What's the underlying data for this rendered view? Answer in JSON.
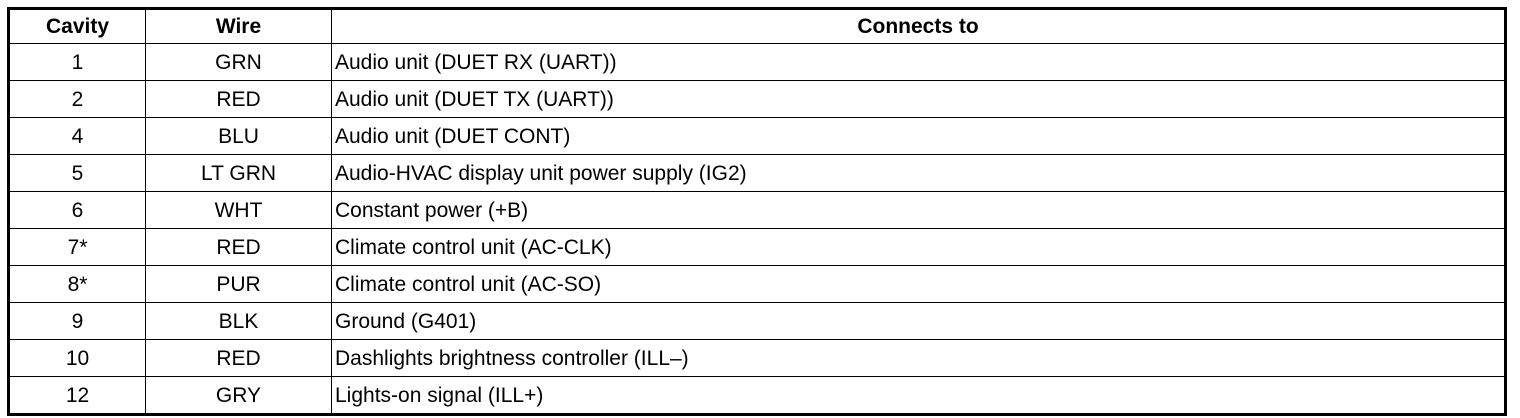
{
  "table": {
    "headers": [
      "Cavity",
      "Wire",
      "Connects to"
    ],
    "rows": [
      [
        "1",
        "GRN",
        "Audio unit (DUET RX (UART))"
      ],
      [
        "2",
        "RED",
        "Audio unit (DUET TX (UART))"
      ],
      [
        "4",
        "BLU",
        "Audio unit (DUET CONT)"
      ],
      [
        "5",
        "LT GRN",
        "Audio-HVAC display unit power supply (IG2)"
      ],
      [
        "6",
        "WHT",
        "Constant power (+B)"
      ],
      [
        "7*",
        "RED",
        "Climate control unit (AC-CLK)"
      ],
      [
        "8*",
        "PUR",
        "Climate control unit (AC-SO)"
      ],
      [
        "9",
        "BLK",
        "Ground (G401)"
      ],
      [
        "10",
        "RED",
        "Dashlights brightness controller (ILL–)"
      ],
      [
        "12",
        "GRY",
        "Lights-on signal (ILL+)"
      ]
    ]
  }
}
